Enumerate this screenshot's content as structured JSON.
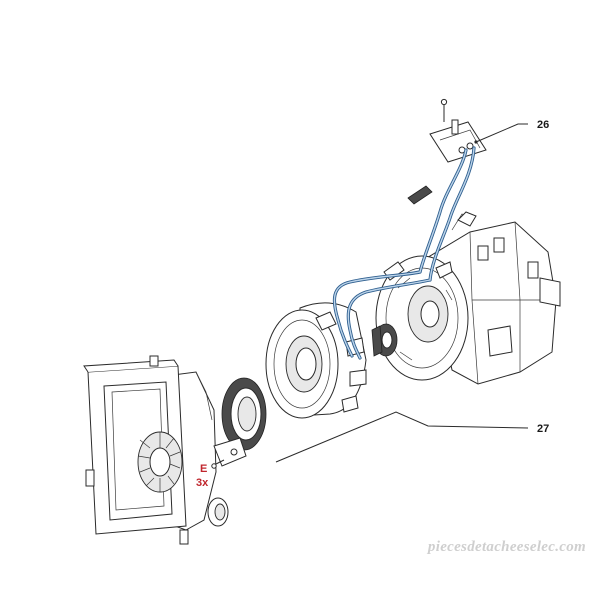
{
  "callouts": [
    {
      "id": "26",
      "label": "26"
    },
    {
      "id": "27",
      "label": "27"
    }
  ],
  "fastener": {
    "letter": "E",
    "qty": "3x"
  },
  "watermark": "piecesdetacheeselec.com",
  "colors": {
    "wire": "#2f5f8f",
    "fastener_label": "#c0262d",
    "watermark": "#cfcfcf"
  }
}
